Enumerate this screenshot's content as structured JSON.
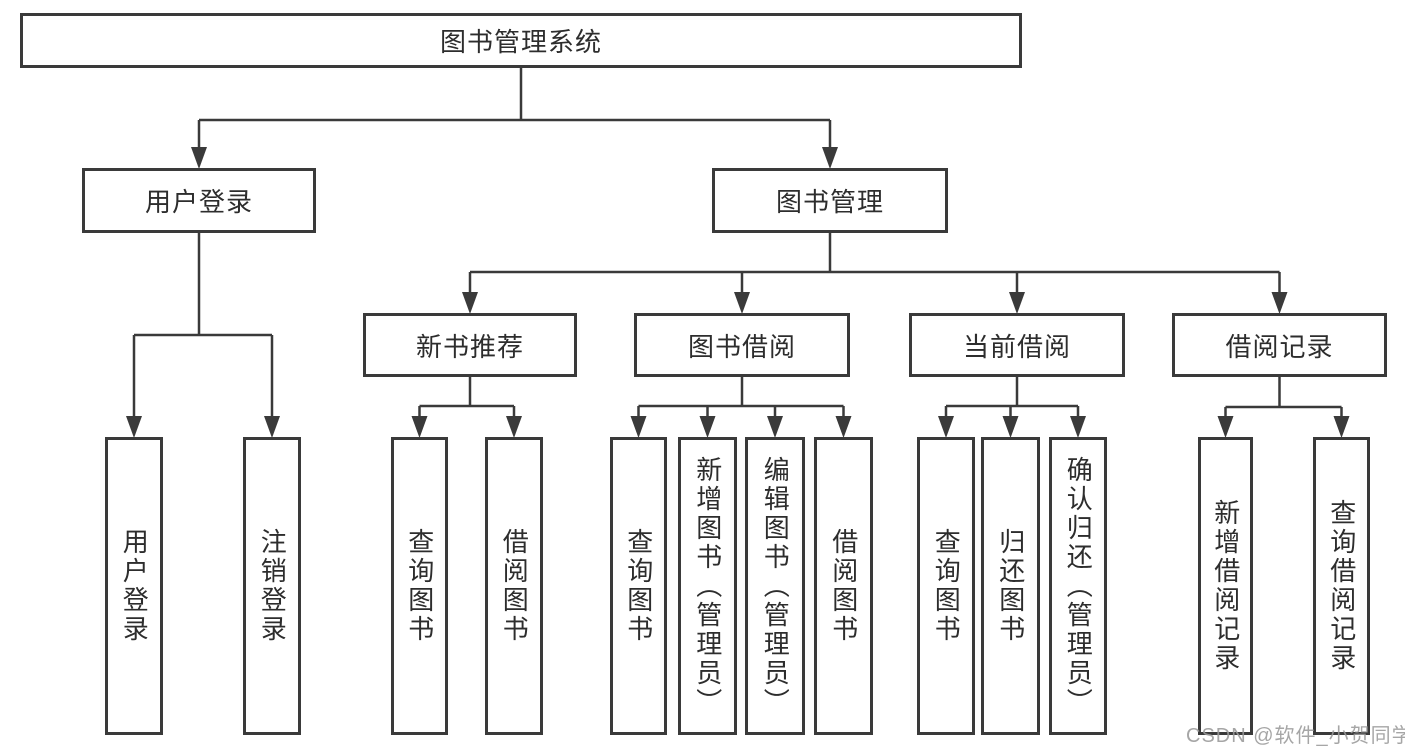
{
  "diagram": {
    "type": "hierarchy-tree",
    "root": {
      "label": "图书管理系统"
    },
    "branches": [
      {
        "label": "用户登录",
        "children": [
          {
            "label": "用户登录"
          },
          {
            "label": "注销登录"
          }
        ]
      },
      {
        "label": "图书管理",
        "children": [
          {
            "label": "新书推荐",
            "children": [
              {
                "label": "查询图书"
              },
              {
                "label": "借阅图书"
              }
            ]
          },
          {
            "label": "图书借阅",
            "children": [
              {
                "label": "查询图书"
              },
              {
                "label": "新增图书（管理员）"
              },
              {
                "label": "编辑图书（管理员）"
              },
              {
                "label": "借阅图书"
              }
            ]
          },
          {
            "label": "当前借阅",
            "children": [
              {
                "label": "查询图书"
              },
              {
                "label": "归还图书"
              },
              {
                "label": "确认归还（管理员）"
              }
            ]
          },
          {
            "label": "借阅记录",
            "children": [
              {
                "label": "新增借阅记录"
              },
              {
                "label": "查询借阅记录"
              }
            ]
          }
        ]
      }
    ],
    "colors": {
      "line": "#3a3a3a",
      "box_border": "#3a3a3a",
      "text": "#2d2d2d",
      "background": "#ffffff",
      "watermark": "#9a9a9a"
    }
  },
  "watermark": {
    "text": "CSDN @软件_小贺同学"
  }
}
